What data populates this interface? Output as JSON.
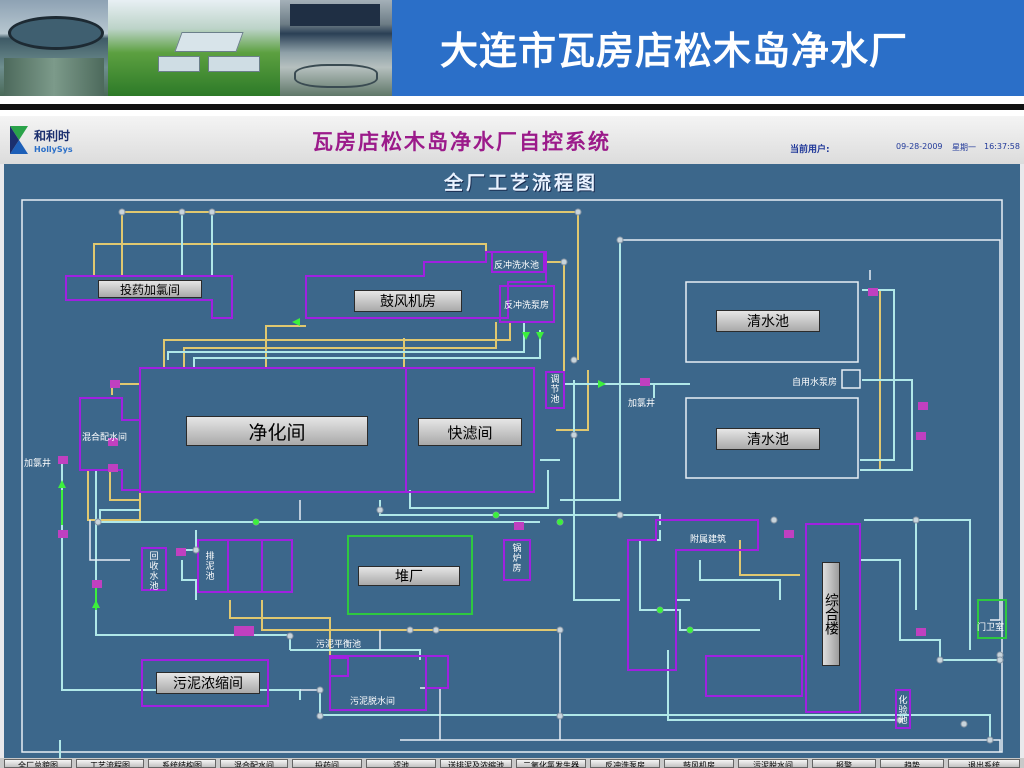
{
  "banner": {
    "title": "大连市瓦房店松木岛净水厂",
    "background": "#2b6fc8"
  },
  "header": {
    "logo_text": "和利时",
    "logo_subtext": "HollySys",
    "system_title": "瓦房店松木岛净水厂自控系统",
    "current_user_label": "当前用户:",
    "date": "09-28-2009",
    "weekday": "星期一",
    "time": "16:37:58"
  },
  "diagram": {
    "title": "全厂工艺流程图",
    "background": "#3c678b",
    "buttons": {
      "dosing": "投药加氯间",
      "blower": "鼓风机房",
      "purification": "净化间",
      "quick_filter": "快滤间",
      "clear_pool_1": "清水池",
      "clear_pool_2": "清水池",
      "yard": "堆厂",
      "sludge_thickening": "污泥浓缩间",
      "complex": "综合楼"
    },
    "labels": {
      "backwash_tank": "反冲洗水池",
      "backwash_pump": "反冲洗泵房",
      "regulating_pool": "调节池",
      "chlorine_well_right": "加氯井",
      "pump_house": "自用水泵房",
      "mixing_room": "混合配水间",
      "chlorine_well_left": "加氯井",
      "recovery_pool": "回收水池",
      "drain_pool": "排泥池",
      "boiler_room": "锅炉房",
      "aux_building": "附属建筑",
      "sludge_balance": "污泥平衡池",
      "sludge_dewater": "污泥脱水间",
      "guard_room": "门卫室",
      "lab": "化验池"
    }
  },
  "nav": [
    "全厂总貌图",
    "工艺流程图",
    "系统结构图",
    "混合配水间",
    "投药间",
    "滤池",
    "送排泥及浓缩池",
    "二氧化氯发生器",
    "反冲洗泵房",
    "鼓风机房",
    "污泥脱水间",
    "报警",
    "趋势",
    "退出系统"
  ],
  "colors": {
    "pipe_yellow": "#e0c870",
    "pipe_cyan": "#b0e8e8",
    "pipe_white": "#e6eef4",
    "building_purple": "#a020e0",
    "yard_green": "#2ec840",
    "flow_green": "#3cf03c",
    "valve_magenta": "#c040c0"
  }
}
